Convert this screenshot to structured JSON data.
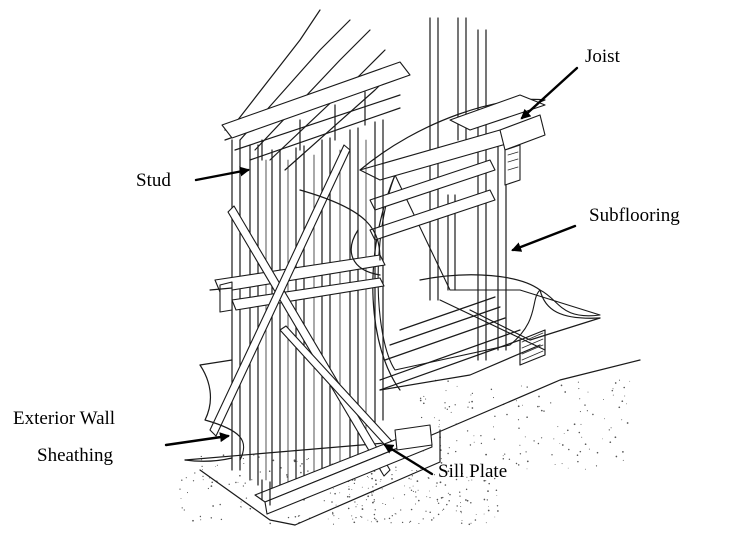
{
  "labels": {
    "joist": "Joist",
    "stud": "Stud",
    "subflooring": "Subflooring",
    "exterior_wall_sheathing_line1": "Exterior Wall",
    "exterior_wall_sheathing_line2": "Sheathing",
    "sill_plate": "Sill Plate"
  }
}
